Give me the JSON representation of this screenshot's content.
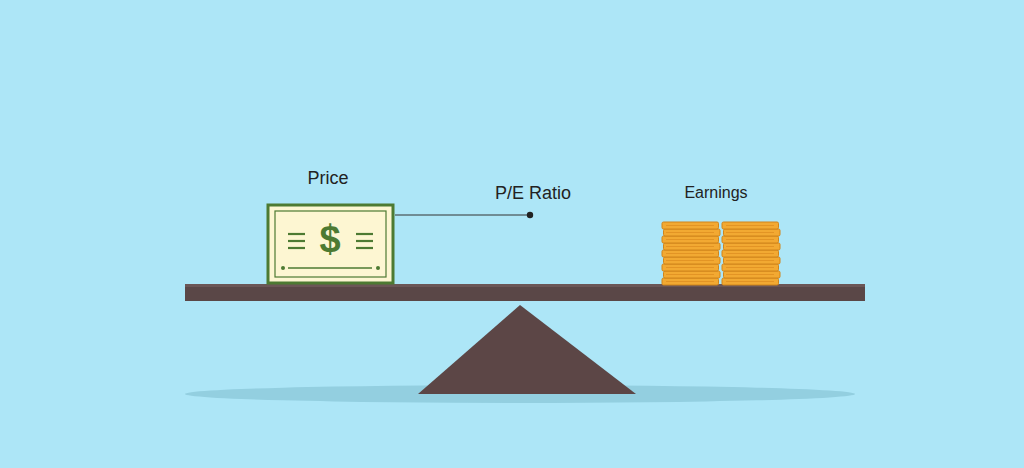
{
  "diagram": {
    "labels": [
      "Price",
      "$",
      "P/E Ratio",
      "Earnings"
    ]
  }
}
